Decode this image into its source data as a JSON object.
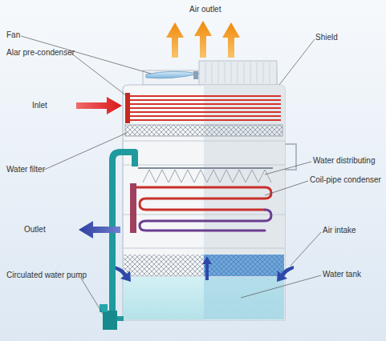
{
  "diagram": {
    "labels": [
      "Air outlet",
      "Fan",
      "Shield",
      "Alar pre-condenser",
      "Inlet",
      "Water distributing",
      "Water filter",
      "Coil-pipe condenser",
      "Outlet",
      "Air intake",
      "Circulated water pump",
      "Water tank"
    ]
  }
}
